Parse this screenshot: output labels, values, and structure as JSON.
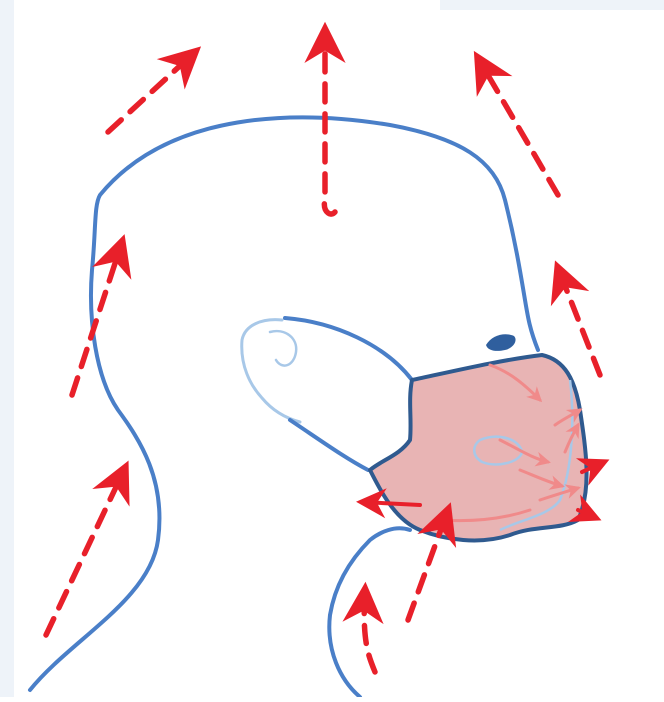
{
  "diagram": {
    "subject": "head-profile-with-face-mask-airflow",
    "colors": {
      "background": "#ffffff",
      "edge_tint": "#eef3f9",
      "outline": "#4a7fc8",
      "outline_dark": "#2f5f9e",
      "ear_outline": "#a8c8e8",
      "mask_fill": "#e8b4b4",
      "mask_outline": "#2f5a8f",
      "airflow": "#e8202a",
      "airflow_inner": "#f08a8a"
    },
    "icons": {
      "airflow_arrow": "dashed-red-arrow",
      "inner_flow": "light-red-arrow"
    }
  }
}
